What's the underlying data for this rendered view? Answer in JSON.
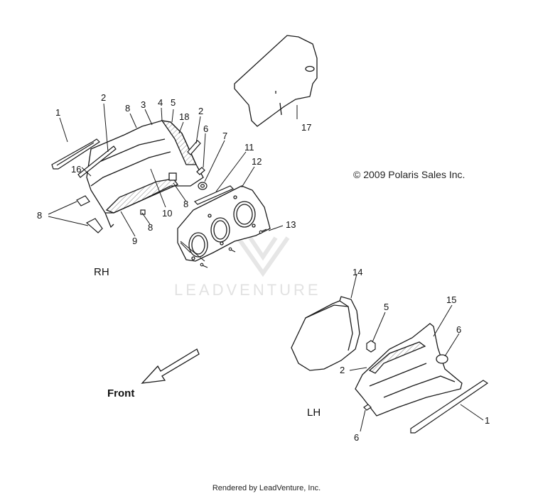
{
  "copyright": "© 2009 Polaris Sales Inc.",
  "side_labels": {
    "rh": "RH",
    "lh": "LH"
  },
  "front_label": "Front",
  "watermark": "LEADVENTURE",
  "footer": "Rendered by LeadVenture, Inc.",
  "callouts": {
    "rh": [
      "1",
      "2",
      "8",
      "3",
      "4",
      "5",
      "18",
      "2",
      "6",
      "7",
      "11",
      "12",
      "16",
      "10",
      "8",
      "8",
      "9",
      "13",
      "8"
    ],
    "top": [
      "17"
    ],
    "lh": [
      "14",
      "5",
      "15",
      "6",
      "2",
      "1",
      "6"
    ]
  },
  "colors": {
    "line": "#1a1a1a",
    "hatch": "#555555",
    "watermark": "#e2e2e2"
  }
}
